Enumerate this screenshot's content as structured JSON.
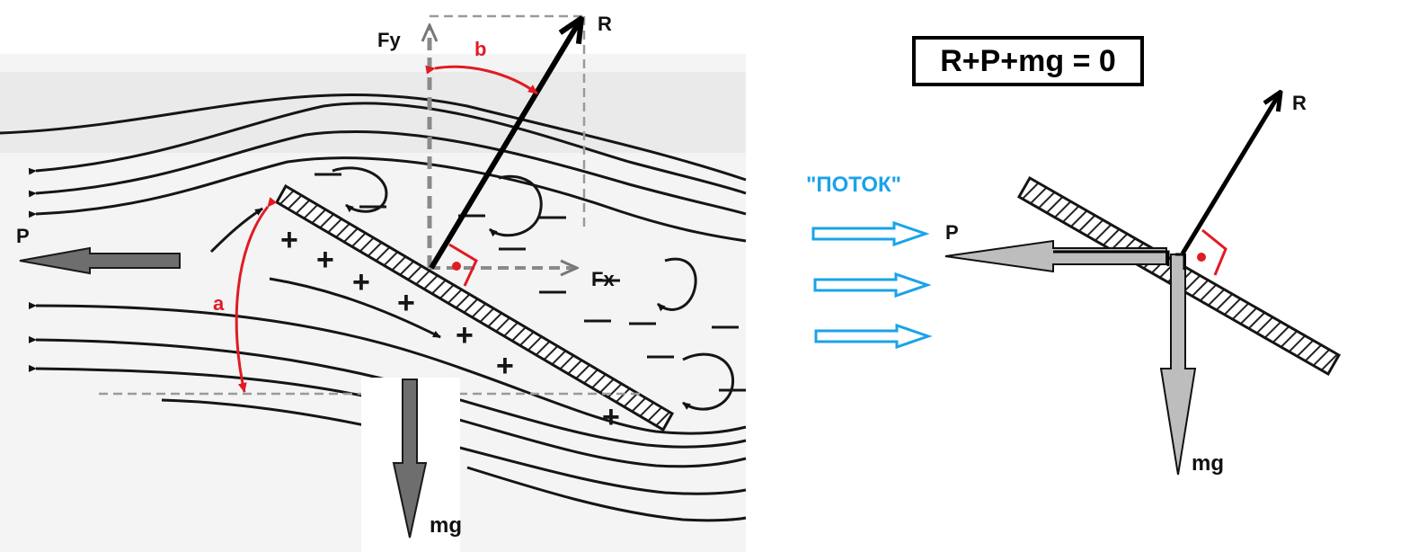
{
  "left_panel": {
    "labels": {
      "fy": "Fy",
      "r": "R",
      "fx": "Fx",
      "p": "P",
      "mg": "mg",
      "angle_a": "a",
      "angle_b": "b"
    },
    "plus_sign": "+",
    "minus_sign": "—"
  },
  "right_panel": {
    "equation": "R+P+mg = 0",
    "flow_label": "\"ПОТОК\"",
    "labels": {
      "r": "R",
      "p": "P",
      "mg": "mg"
    }
  },
  "colors": {
    "vector_black": "#000000",
    "vector_gray": "#6e6e6e",
    "vector_light_gray": "#bdbdbd",
    "angle_red": "#e01b24",
    "flow_blue": "#1aa3e8",
    "paper": "#f2f2f2",
    "dashed_gray": "#9a9a9a"
  }
}
